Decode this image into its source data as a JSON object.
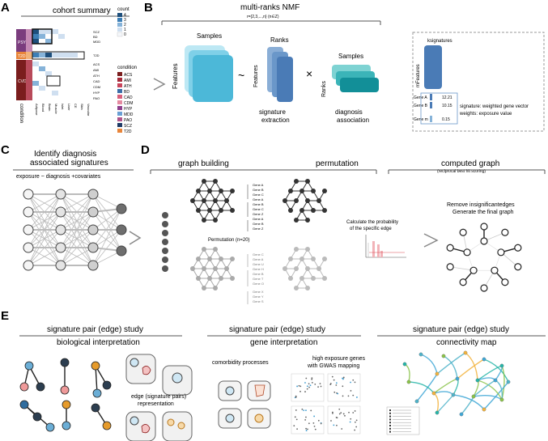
{
  "panels": {
    "A": {
      "letter": "A",
      "title": "cohort summary",
      "side_labels": [
        "PSY",
        "T2D",
        "CVD"
      ],
      "x_label": "condition",
      "tissues": [
        "Adipose",
        "Blood",
        "Brain",
        "Muscle",
        "Islet",
        "Liver",
        "CE",
        "Skin",
        "Vascular"
      ],
      "rows": [
        "SCZ",
        "BD",
        "MDD",
        "T2D",
        "ACS",
        "AMI",
        "ATH",
        "CAD",
        "CDM",
        "HYP",
        "PAO"
      ],
      "count_title": "count",
      "count_values": [
        "4",
        "3",
        "2",
        "1",
        "0"
      ],
      "count_colors": [
        "#1e4f7c",
        "#3d7fb6",
        "#86b3d9",
        "#cfdff0",
        "#f4f7fb"
      ],
      "condition_title": "condition",
      "conditions": [
        {
          "name": "ACS",
          "color": "#7a1d1d"
        },
        {
          "name": "AMI",
          "color": "#a52a3a"
        },
        {
          "name": "ATH",
          "color": "#c8455b"
        },
        {
          "name": "BD",
          "color": "#3c6ea8"
        },
        {
          "name": "CAD",
          "color": "#d75f7b"
        },
        {
          "name": "CDM",
          "color": "#e58aa1"
        },
        {
          "name": "HYP",
          "color": "#8e3f8c"
        },
        {
          "name": "MDD",
          "color": "#6a9fd4"
        },
        {
          "name": "PAO",
          "color": "#b0538a"
        },
        {
          "name": "SCZ",
          "color": "#1e3a66"
        },
        {
          "name": "T2D",
          "color": "#e8853a"
        }
      ]
    },
    "B": {
      "letter": "B",
      "title": "multi-ranks NMF",
      "subtitle": "r={2,3,...,n} (n∈Z)",
      "samples": "Samples",
      "features": "Features",
      "ranks": "Ranks",
      "tilde": "~",
      "times": "×",
      "signature_extraction": [
        "signature",
        "extraction"
      ],
      "diagnosis_association": [
        "diagnosis",
        "association"
      ],
      "ksignatures": "ksignatures",
      "mfeatures": "mFeatures",
      "genes": [
        "Gene A",
        "Gene B",
        "Gene m"
      ],
      "gene_values": [
        "12.21",
        "10.15",
        "0.15"
      ],
      "note_line1": "signature: weighted gene vector",
      "note_line2": "weights: exposure value"
    },
    "C": {
      "letter": "C",
      "title": [
        "Identify diagnosis",
        "associated signatures"
      ],
      "formula": "exposure ~ diagnosis +covariates"
    },
    "D": {
      "letter": "D",
      "graph_building": "graph building",
      "permutation": "permutation",
      "computed_graph": "computed graph",
      "computed_sub": "(reciprocal best hit scoring)",
      "permutation_n": "Permutation  (n=20)",
      "probability": [
        "Calculate the probability",
        "of the specific edge"
      ],
      "remove": [
        "Remove insignificantedges",
        "Generate the final graph"
      ],
      "gene_labels_top": [
        "Gene A",
        "Gene B",
        "Gene C",
        "Gene A",
        "Gene B",
        "Gene C",
        "Gene Z",
        "Gene A",
        "Gene B",
        "Gene Z"
      ],
      "gene_labels_bottom": [
        "Gene C",
        "Gene A",
        "Gene U",
        "Gene H",
        "Gene B",
        "Gene T",
        "Gene O",
        "Gene X",
        "Gene Y",
        "Gene S"
      ]
    },
    "E": {
      "letter": "E",
      "heading": "signature pair (edge)  study",
      "sub1": "biological interpretation",
      "sub2": "gene  interpretation",
      "sub3": "connectivity map",
      "edge_rep": [
        "edge (signature pairs)",
        "representation"
      ],
      "comorbidity": "comorbidity processes",
      "gwas": [
        "high exposure genes",
        "with GWAS  mapping"
      ]
    }
  }
}
